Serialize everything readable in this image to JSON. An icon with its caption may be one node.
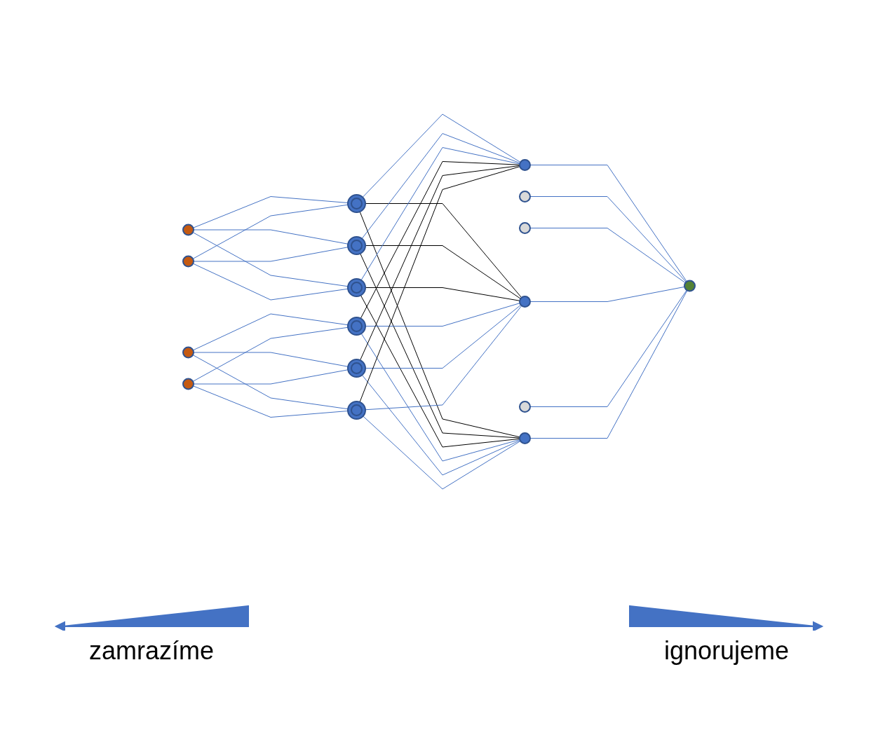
{
  "diagram": {
    "nodes": [
      {
        "text": [],
        "shape": "circle"
      },
      {
        "text": [],
        "shape": "circle"
      },
      {
        "text": [],
        "shape": "circle"
      },
      {
        "text": [],
        "shape": "circle"
      },
      {
        "text": [],
        "shape": "circle"
      },
      {
        "text": [],
        "shape": "circle"
      },
      {
        "text": [],
        "shape": "circle"
      },
      {
        "text": [],
        "shape": "circle"
      },
      {
        "text": [],
        "shape": "circle"
      },
      {
        "text": [],
        "shape": "circle"
      },
      {
        "text": [],
        "shape": "circle"
      },
      {
        "text": [],
        "shape": "circle"
      },
      {
        "text": [],
        "shape": "circle"
      },
      {
        "text": [],
        "shape": "circle"
      },
      {
        "text": [],
        "shape": "circle"
      },
      {
        "text": [],
        "shape": "circle"
      },
      {
        "text": [],
        "shape": "circle"
      }
    ],
    "edges": [
      {
        "from": 0,
        "to": 4,
        "arrow": "none"
      },
      {
        "from": 0,
        "to": 5,
        "arrow": "none"
      },
      {
        "from": 0,
        "to": 6,
        "arrow": "none"
      },
      {
        "from": 1,
        "to": 4,
        "arrow": "none"
      },
      {
        "from": 1,
        "to": 5,
        "arrow": "none"
      },
      {
        "from": 1,
        "to": 6,
        "arrow": "none"
      },
      {
        "from": 2,
        "to": 7,
        "arrow": "none"
      },
      {
        "from": 2,
        "to": 8,
        "arrow": "none"
      },
      {
        "from": 2,
        "to": 9,
        "arrow": "none"
      },
      {
        "from": 3,
        "to": 7,
        "arrow": "none"
      },
      {
        "from": 3,
        "to": 8,
        "arrow": "none"
      },
      {
        "from": 3,
        "to": 9,
        "arrow": "none"
      },
      {
        "from": 4,
        "to": 10,
        "arrow": "none"
      },
      {
        "from": 4,
        "to": 13,
        "arrow": "none",
        "color": "#000000"
      },
      {
        "from": 4,
        "to": 15,
        "arrow": "none",
        "color": "#000000"
      },
      {
        "from": 5,
        "to": 10,
        "arrow": "none"
      },
      {
        "from": 5,
        "to": 13,
        "arrow": "none",
        "color": "#000000"
      },
      {
        "from": 5,
        "to": 15,
        "arrow": "none",
        "color": "#000000"
      },
      {
        "from": 6,
        "to": 10,
        "arrow": "none"
      },
      {
        "from": 6,
        "to": 13,
        "arrow": "none",
        "color": "#000000"
      },
      {
        "from": 6,
        "to": 15,
        "arrow": "none",
        "color": "#000000"
      },
      {
        "from": 7,
        "to": 10,
        "arrow": "none",
        "color": "#000000"
      },
      {
        "from": 7,
        "to": 13,
        "arrow": "none"
      },
      {
        "from": 7,
        "to": 15,
        "arrow": "none"
      },
      {
        "from": 8,
        "to": 10,
        "arrow": "none",
        "color": "#000000"
      },
      {
        "from": 8,
        "to": 13,
        "arrow": "none"
      },
      {
        "from": 8,
        "to": 15,
        "arrow": "none"
      },
      {
        "from": 9,
        "to": 10,
        "arrow": "none",
        "color": "#000000"
      },
      {
        "from": 9,
        "to": 13,
        "arrow": "none"
      },
      {
        "from": 9,
        "to": 15,
        "arrow": "none"
      },
      {
        "from": 10,
        "to": 16,
        "arrow": "none"
      },
      {
        "from": 11,
        "to": 16,
        "arrow": "none"
      },
      {
        "from": 12,
        "to": 16,
        "arrow": "none"
      },
      {
        "from": 13,
        "to": 16,
        "arrow": "none"
      },
      {
        "from": 14,
        "to": 16,
        "arrow": "none"
      },
      {
        "from": 15,
        "to": 16,
        "arrow": "none"
      }
    ],
    "labels": [
      "zamrazíme",
      "ignorujeme"
    ]
  }
}
